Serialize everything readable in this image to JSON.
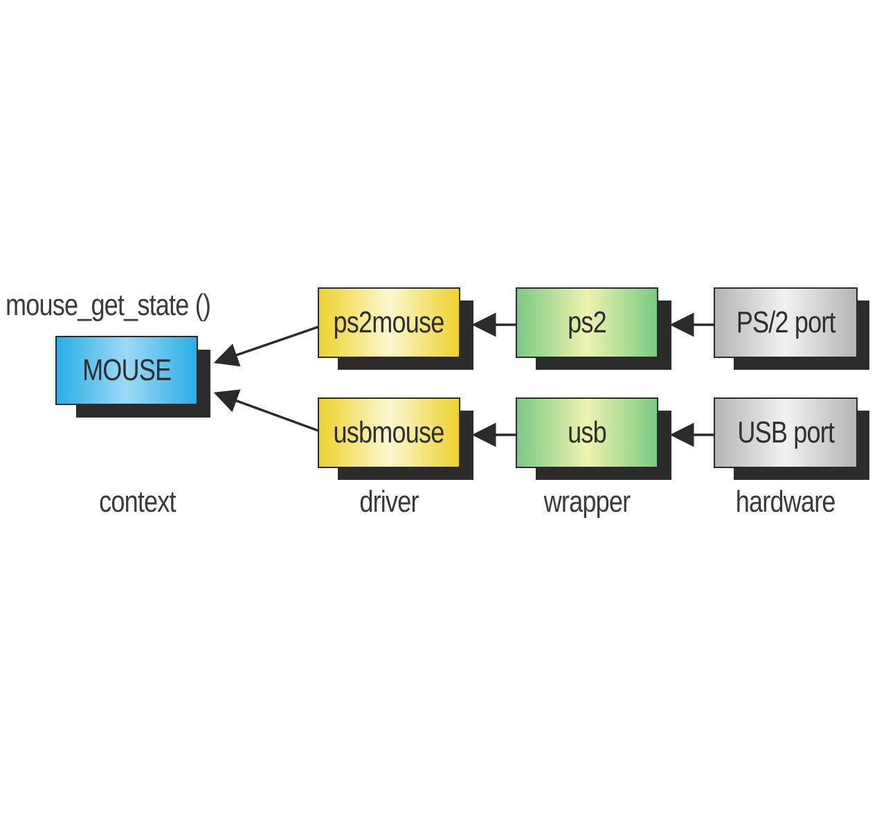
{
  "diagram": {
    "function_label": "mouse_get_state ()",
    "nodes": {
      "mouse": {
        "label": "MOUSE",
        "color": "#38b6ea"
      },
      "ps2mouse": {
        "label": "ps2mouse",
        "color": "#f0d83a"
      },
      "usbmouse": {
        "label": "usbmouse",
        "color": "#f0d83a"
      },
      "ps2": {
        "label": "ps2",
        "color": "#7fcc86"
      },
      "usb": {
        "label": "usb",
        "color": "#7fcc86"
      },
      "ps2_port": {
        "label": "PS/2 port",
        "color": "#bdbdbd"
      },
      "usb_port": {
        "label": "USB port",
        "color": "#bdbdbd"
      }
    },
    "edges": [
      {
        "from": "ps2mouse",
        "to": "mouse"
      },
      {
        "from": "usbmouse",
        "to": "mouse"
      },
      {
        "from": "ps2",
        "to": "ps2mouse"
      },
      {
        "from": "usb",
        "to": "usbmouse"
      },
      {
        "from": "ps2_port",
        "to": "ps2"
      },
      {
        "from": "usb_port",
        "to": "usb"
      }
    ],
    "layers": {
      "context": "context",
      "driver": "driver",
      "wrapper": "wrapper",
      "hardware": "hardware"
    }
  }
}
